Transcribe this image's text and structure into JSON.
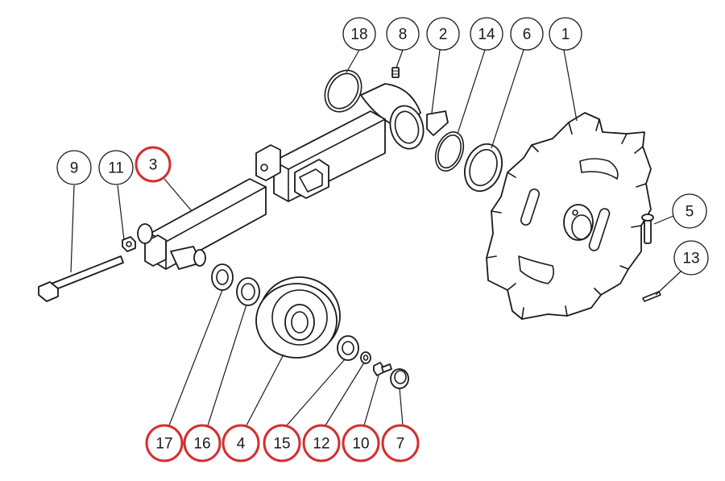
{
  "colors": {
    "line": "#1a1a1a",
    "highlight": "#d32f2f",
    "background": "#ffffff"
  },
  "callouts": [
    {
      "id": "18",
      "label": "18",
      "highlighted": false
    },
    {
      "id": "8",
      "label": "8",
      "highlighted": false
    },
    {
      "id": "2",
      "label": "2",
      "highlighted": false
    },
    {
      "id": "14",
      "label": "14",
      "highlighted": false
    },
    {
      "id": "6",
      "label": "6",
      "highlighted": false
    },
    {
      "id": "1",
      "label": "1",
      "highlighted": false
    },
    {
      "id": "9",
      "label": "9",
      "highlighted": false
    },
    {
      "id": "11",
      "label": "11",
      "highlighted": false
    },
    {
      "id": "3",
      "label": "3",
      "highlighted": true
    },
    {
      "id": "5",
      "label": "5",
      "highlighted": false
    },
    {
      "id": "13",
      "label": "13",
      "highlighted": false
    },
    {
      "id": "17",
      "label": "17",
      "highlighted": true
    },
    {
      "id": "16",
      "label": "16",
      "highlighted": true
    },
    {
      "id": "4",
      "label": "4",
      "highlighted": true
    },
    {
      "id": "15",
      "label": "15",
      "highlighted": true
    },
    {
      "id": "12",
      "label": "12",
      "highlighted": true
    },
    {
      "id": "10",
      "label": "10",
      "highlighted": true
    },
    {
      "id": "7",
      "label": "7",
      "highlighted": true
    }
  ]
}
